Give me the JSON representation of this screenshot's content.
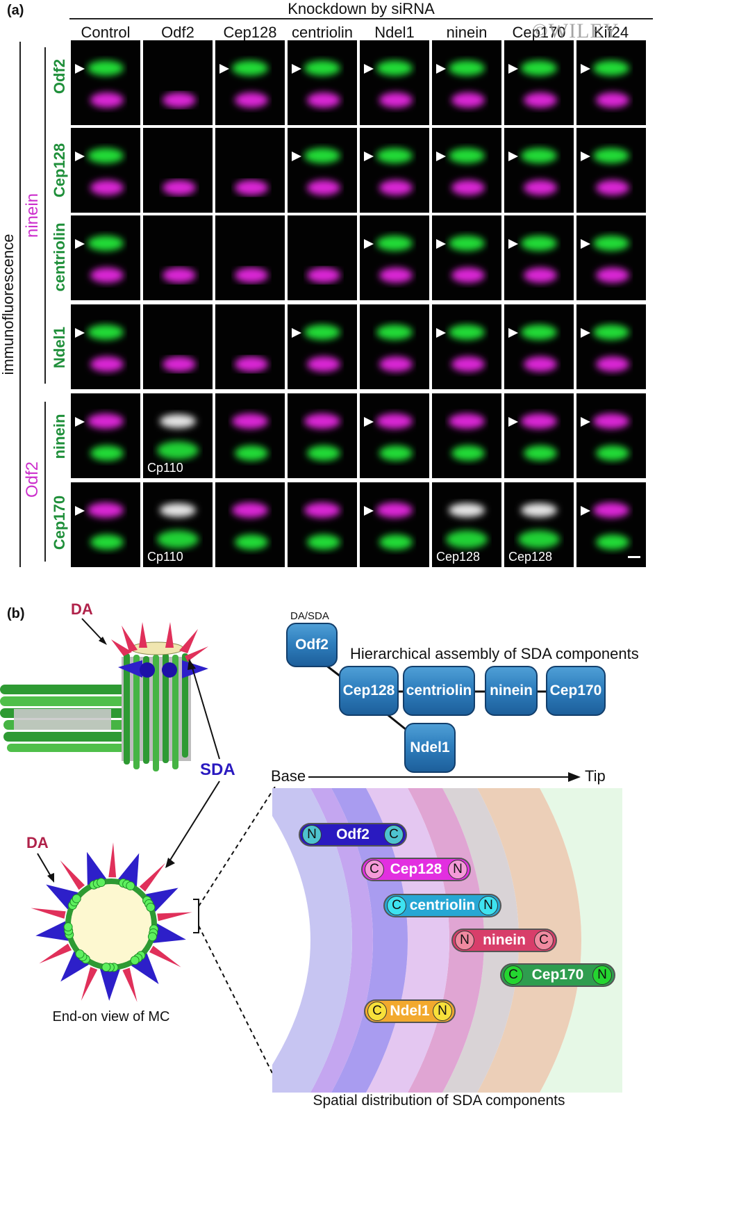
{
  "panel_a": {
    "label": "(a)",
    "header": "Knockdown by siRNA",
    "watermark": "©WILEY",
    "columns": [
      "Control",
      "Odf2",
      "Cep128",
      "centriolin",
      "Ndel1",
      "ninein",
      "Cep170",
      "Kif24"
    ],
    "side_label": "immunofluorescence",
    "group1_label": "ninein",
    "group2_label": "Odf2",
    "rows": [
      "Odf2",
      "Cep128",
      "centriolin",
      "Ndel1",
      "ninein",
      "Cep170"
    ],
    "captions": {
      "r4c1": "Cp110",
      "r5c1": "Cp110",
      "r5c5": "Cep128",
      "r5c6": "Cep128"
    }
  },
  "panel_b": {
    "label": "(b)",
    "da_label": "DA",
    "sda_label": "SDA",
    "end_on_caption": "End-on view of MC",
    "hierarchy_title": "Hierarchical assembly of SDA components",
    "dasda_label": "DA/SDA",
    "nodes": {
      "odf2": "Odf2",
      "cep128": "Cep128",
      "centriolin": "centriolin",
      "ninein": "ninein",
      "cep170": "Cep170",
      "ndel1": "Ndel1"
    },
    "axis": {
      "start": "Base",
      "end": "Tip"
    },
    "spatial_title": "Spatial distribution of SDA components",
    "pills": [
      {
        "name": "Odf2",
        "left_end": "N",
        "right_end": "C"
      },
      {
        "name": "Cep128",
        "left_end": "C",
        "right_end": "N"
      },
      {
        "name": "centriolin",
        "left_end": "C",
        "right_end": "N"
      },
      {
        "name": "ninein",
        "left_end": "N",
        "right_end": "C"
      },
      {
        "name": "Cep170",
        "left_end": "C",
        "right_end": "N"
      },
      {
        "name": "Ndel1",
        "left_end": "C",
        "right_end": "N"
      }
    ]
  }
}
